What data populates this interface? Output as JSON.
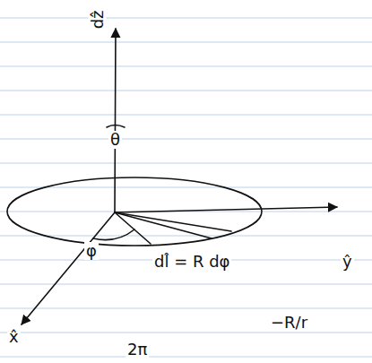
{
  "diagram": {
    "labels": [
      "dẑ",
      "θ",
      "φ",
      "dl̂ = R dφ",
      "ŷ",
      "x̂",
      "2π",
      "−R/r"
    ]
  }
}
